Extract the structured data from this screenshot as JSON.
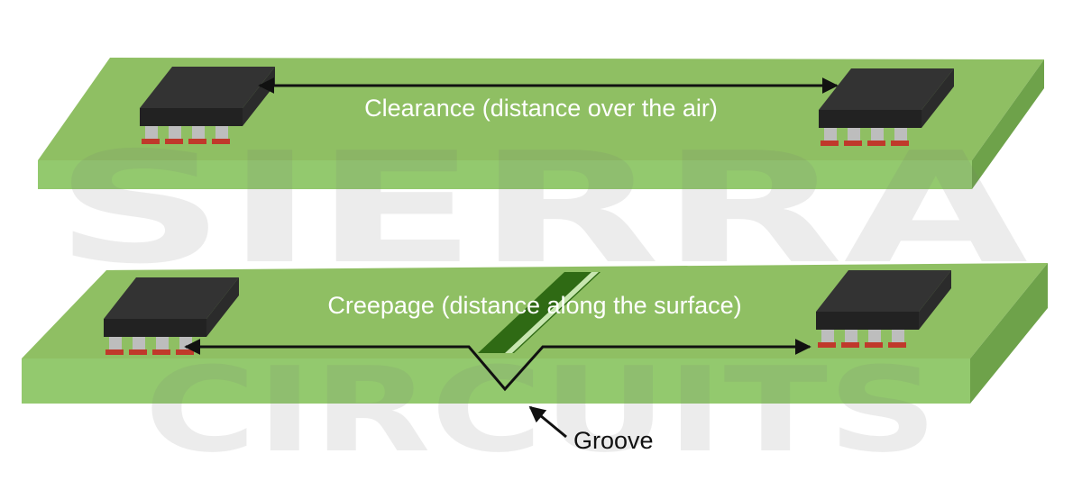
{
  "watermark": {
    "line1": "SIERRA",
    "line2": "CIRCUITS"
  },
  "labels": {
    "clearance": "Clearance (distance over the air)",
    "creepage": "Creepage (distance along the surface)",
    "groove": "Groove"
  },
  "colors": {
    "board_top": "#8fbf63",
    "board_front": "#93c96e",
    "board_side": "#6ea24a",
    "chip_top": "#333333",
    "chip_front": "#222222",
    "pin": "#bdbdbd",
    "pad": "#c0392b",
    "groove": "#2f6a14",
    "arrow": "#111111",
    "label_on_board": "#ffffff",
    "label_off_board": "#111111"
  }
}
